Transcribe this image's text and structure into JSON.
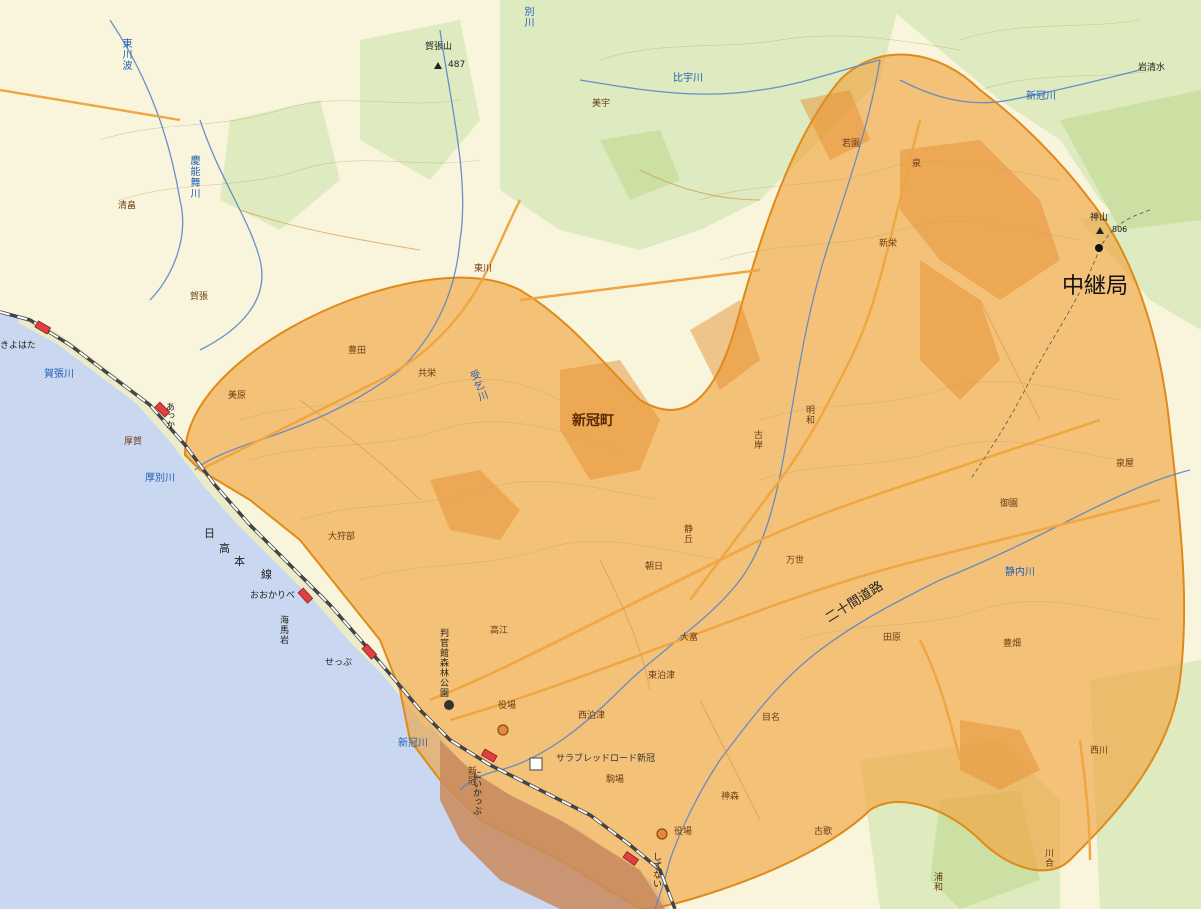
{
  "station": {
    "label": "中継局"
  },
  "town": {
    "label": "新冠町"
  },
  "peaks": [
    {
      "name": "賀張山",
      "elev": "487"
    },
    {
      "name": "神山",
      "elev": "806"
    }
  ],
  "rivers": {
    "h1": "賀張川",
    "h2": "厚別川",
    "h3": "新冠川",
    "h4": "新冠川",
    "h5": "比宇川",
    "h6": "静内川",
    "v1": "別川",
    "v2": "東川波",
    "v3": "慶能舞川",
    "v4": "受乞川"
  },
  "places": {
    "h1": "清畠",
    "h2": "賀張",
    "h3": "豊田",
    "h4": "共栄",
    "h5": "美原",
    "h6": "東川",
    "h7": "美宇",
    "h8": "若園",
    "h9": "泉",
    "h10": "新栄",
    "h11": "大狩部",
    "h12": "朝日",
    "h13": "万世",
    "h14": "高江",
    "h15": "大富",
    "h16": "東泊津",
    "h17": "西泊津",
    "h18": "目名",
    "h19": "駒場",
    "h20": "神森",
    "h21": "役場",
    "h22": "役場",
    "h23": "田原",
    "h24": "豊畑",
    "h25": "御園",
    "h26": "泉屋",
    "h27": "西川",
    "h28": "古歌",
    "h29": "岩清水",
    "h30": "厚賀",
    "v1": "古岸",
    "v2": "明和",
    "v3": "静丘",
    "v4": "川合",
    "v5": "浦和",
    "v6": "海馬岩"
  },
  "rail": {
    "line1": "日",
    "line2": "高",
    "line3": "本",
    "line4": "線",
    "st1": "きよはた",
    "st2": "あっか",
    "st3": "おおかりべ",
    "st4": "せっぷ",
    "st5": "にいかっぷ",
    "st6": "しずない",
    "road1": "二十間道路",
    "facility": "サラブレッドロード新冠",
    "park": "判官館森林公園",
    "sea": "新冠"
  }
}
